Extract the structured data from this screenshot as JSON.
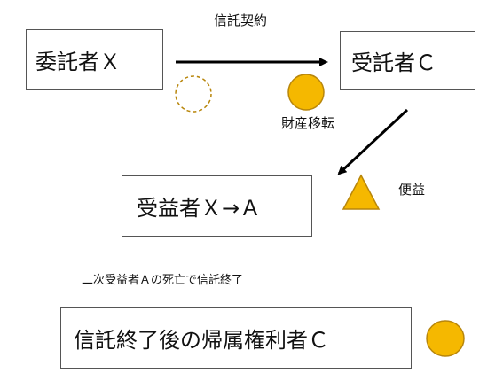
{
  "boxes": {
    "settlor": "委託者Ｘ",
    "trustee": "受託者Ｃ",
    "beneficiary": "受益者Ｘ→Ａ",
    "residual": "信託終了後の帰属権利者Ｃ"
  },
  "labels": {
    "contract": "信託契約",
    "transfer": "財産移転",
    "benefit": "便益",
    "note": "二次受益者Ａの死亡で信託終了"
  },
  "colors": {
    "asset_fill": "#f5b800",
    "asset_stroke": "#b8860b",
    "arrow": "#000000",
    "box_border": "#555555"
  },
  "icons": {
    "asset": "gold-circle-icon",
    "asset_ghost": "dashed-circle-icon",
    "benefit": "gold-triangle-icon"
  }
}
